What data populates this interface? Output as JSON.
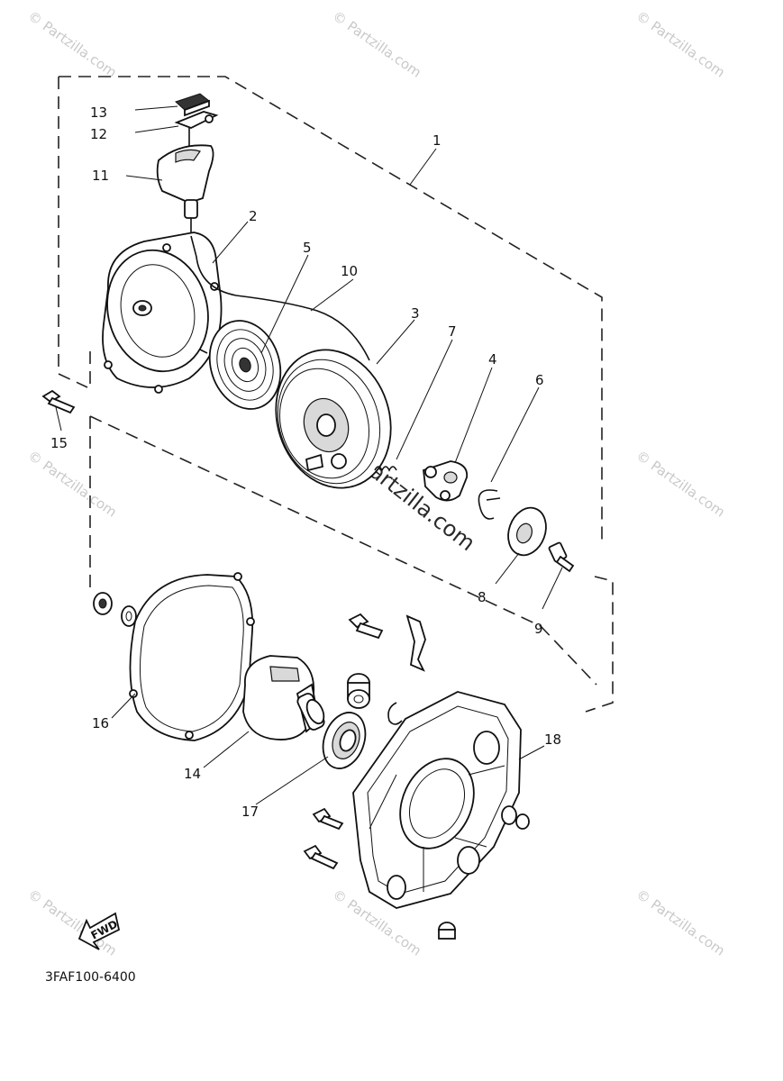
{
  "watermark": "© Partzilla.com",
  "center_watermark": "Partzilla.com",
  "diagram_code": "3FAF100-6400",
  "fwd_label": "FWD",
  "callouts": [
    {
      "id": "1",
      "text": "1"
    },
    {
      "id": "2",
      "text": "2"
    },
    {
      "id": "3",
      "text": "3"
    },
    {
      "id": "4",
      "text": "4"
    },
    {
      "id": "5",
      "text": "5"
    },
    {
      "id": "6",
      "text": "6"
    },
    {
      "id": "7",
      "text": "7"
    },
    {
      "id": "8",
      "text": "8"
    },
    {
      "id": "9",
      "text": "9"
    },
    {
      "id": "10",
      "text": "10"
    },
    {
      "id": "11",
      "text": "11"
    },
    {
      "id": "12",
      "text": "12"
    },
    {
      "id": "13",
      "text": "13"
    },
    {
      "id": "14",
      "text": "14"
    },
    {
      "id": "15",
      "text": "15"
    },
    {
      "id": "16",
      "text": "16"
    },
    {
      "id": "17",
      "text": "17"
    },
    {
      "id": "18",
      "text": "18"
    }
  ]
}
